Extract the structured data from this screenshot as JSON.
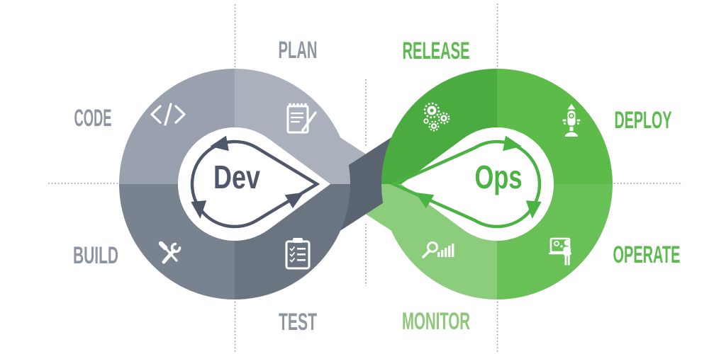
{
  "diagram": {
    "type": "devops-infinity-loop",
    "dev_label": "Dev",
    "ops_label": "Ops",
    "stages": [
      {
        "id": "plan",
        "label": "PLAN",
        "side": "dev",
        "icon": "notepad-pencil-icon"
      },
      {
        "id": "code",
        "label": "CODE",
        "side": "dev",
        "icon": "code-brackets-icon"
      },
      {
        "id": "build",
        "label": "BUILD",
        "side": "dev",
        "icon": "wrench-screwdriver-icon"
      },
      {
        "id": "test",
        "label": "TEST",
        "side": "dev",
        "icon": "clipboard-checklist-icon"
      },
      {
        "id": "release",
        "label": "RELEASE",
        "side": "ops",
        "icon": "gears-icon"
      },
      {
        "id": "deploy",
        "label": "DEPLOY",
        "side": "ops",
        "icon": "rocket-icon"
      },
      {
        "id": "operate",
        "label": "OPERATE",
        "side": "ops",
        "icon": "presentation-board-icon"
      },
      {
        "id": "monitor",
        "label": "MONITOR",
        "side": "ops",
        "icon": "magnifier-chart-icon"
      }
    ],
    "colors": {
      "code_segment": "#99a1ae",
      "plan_segment": "#abb1bc",
      "build_segment": "#78838f",
      "test_segment": "#6b7582",
      "test_cross_band": "#5a6471",
      "release_segment": "#4aab41",
      "deploy_segment": "#5cbb49",
      "operate_segment": "#68c056",
      "monitor_segment": "#8ccc7d",
      "dev_text": "#4e586a",
      "ops_text": "#4bb244",
      "gray_label": "#8e95a1",
      "green_label": "#5cbb4e",
      "monitor_label": "#8cc878",
      "guide_dots": "#9aa1ab",
      "background": "#ffffff"
    }
  }
}
